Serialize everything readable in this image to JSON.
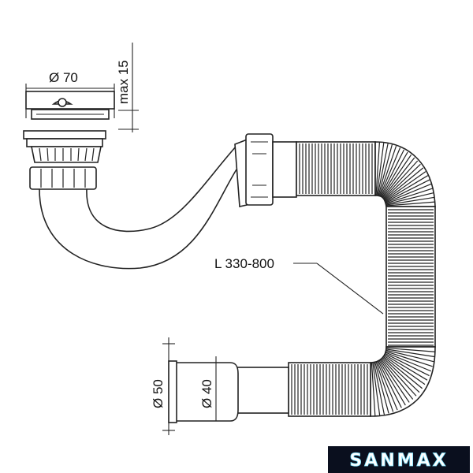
{
  "dimensions": {
    "top_diameter": "Ø 70",
    "max_height": "max 15",
    "hose_length": "L 330-800",
    "outlet_outer": "Ø 50",
    "outlet_inner": "Ø 40"
  },
  "brand": {
    "logo_text": "SANMAX",
    "logo_fill": "#0a0f1e",
    "logo_accent": "#7fe3ff"
  }
}
